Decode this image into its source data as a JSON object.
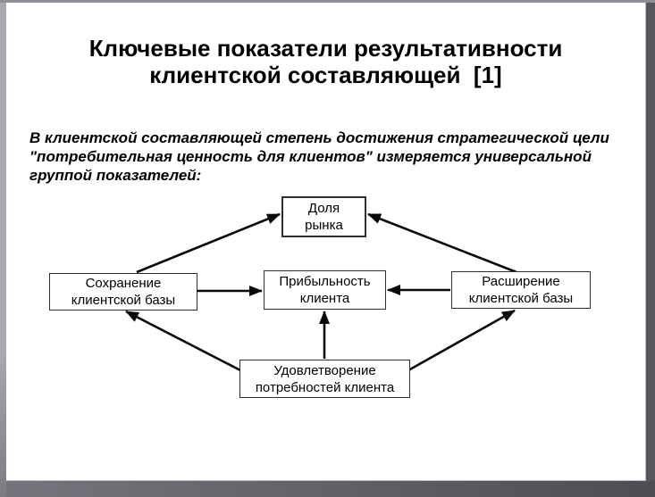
{
  "slide": {
    "title": "Ключевые показатели результативности\nклиентской составляющей  [1]",
    "intro": "В клиентской составляющей степень достижения стратегической цели\n\"потребительная ценность для клиентов\" измеряется универсальной\nгруппой показателей:",
    "diagram": {
      "nodes": [
        {
          "id": "market-share",
          "label": "Доля\nрынка"
        },
        {
          "id": "customer-retention",
          "label": "Сохранение\nклиентской базы"
        },
        {
          "id": "customer-profitability",
          "label": "Прибыльность\nклиента"
        },
        {
          "id": "customer-expansion",
          "label": "Расширение\nклиентской базы"
        },
        {
          "id": "customer-satisfaction",
          "label": "Удовлетворение\nпотребностей клиента"
        }
      ],
      "edges": [
        {
          "from": "customer-retention",
          "to": "market-share"
        },
        {
          "from": "customer-expansion",
          "to": "market-share"
        },
        {
          "from": "customer-retention",
          "to": "customer-profitability"
        },
        {
          "from": "customer-expansion",
          "to": "customer-profitability"
        },
        {
          "from": "customer-satisfaction",
          "to": "customer-profitability"
        },
        {
          "from": "customer-satisfaction",
          "to": "customer-retention"
        },
        {
          "from": "customer-satisfaction",
          "to": "customer-expansion"
        }
      ]
    }
  },
  "colors": {
    "slide_bg": "#ffffff",
    "text": "#000000",
    "box_border": "#2e2e2e",
    "arrow": "#0a0a0a",
    "edge_top": "#8f8f97",
    "edge_left": "#a9a9af",
    "edge_right": "#57575d",
    "band_left": "#75757d",
    "band_right": "#4d4d53"
  }
}
